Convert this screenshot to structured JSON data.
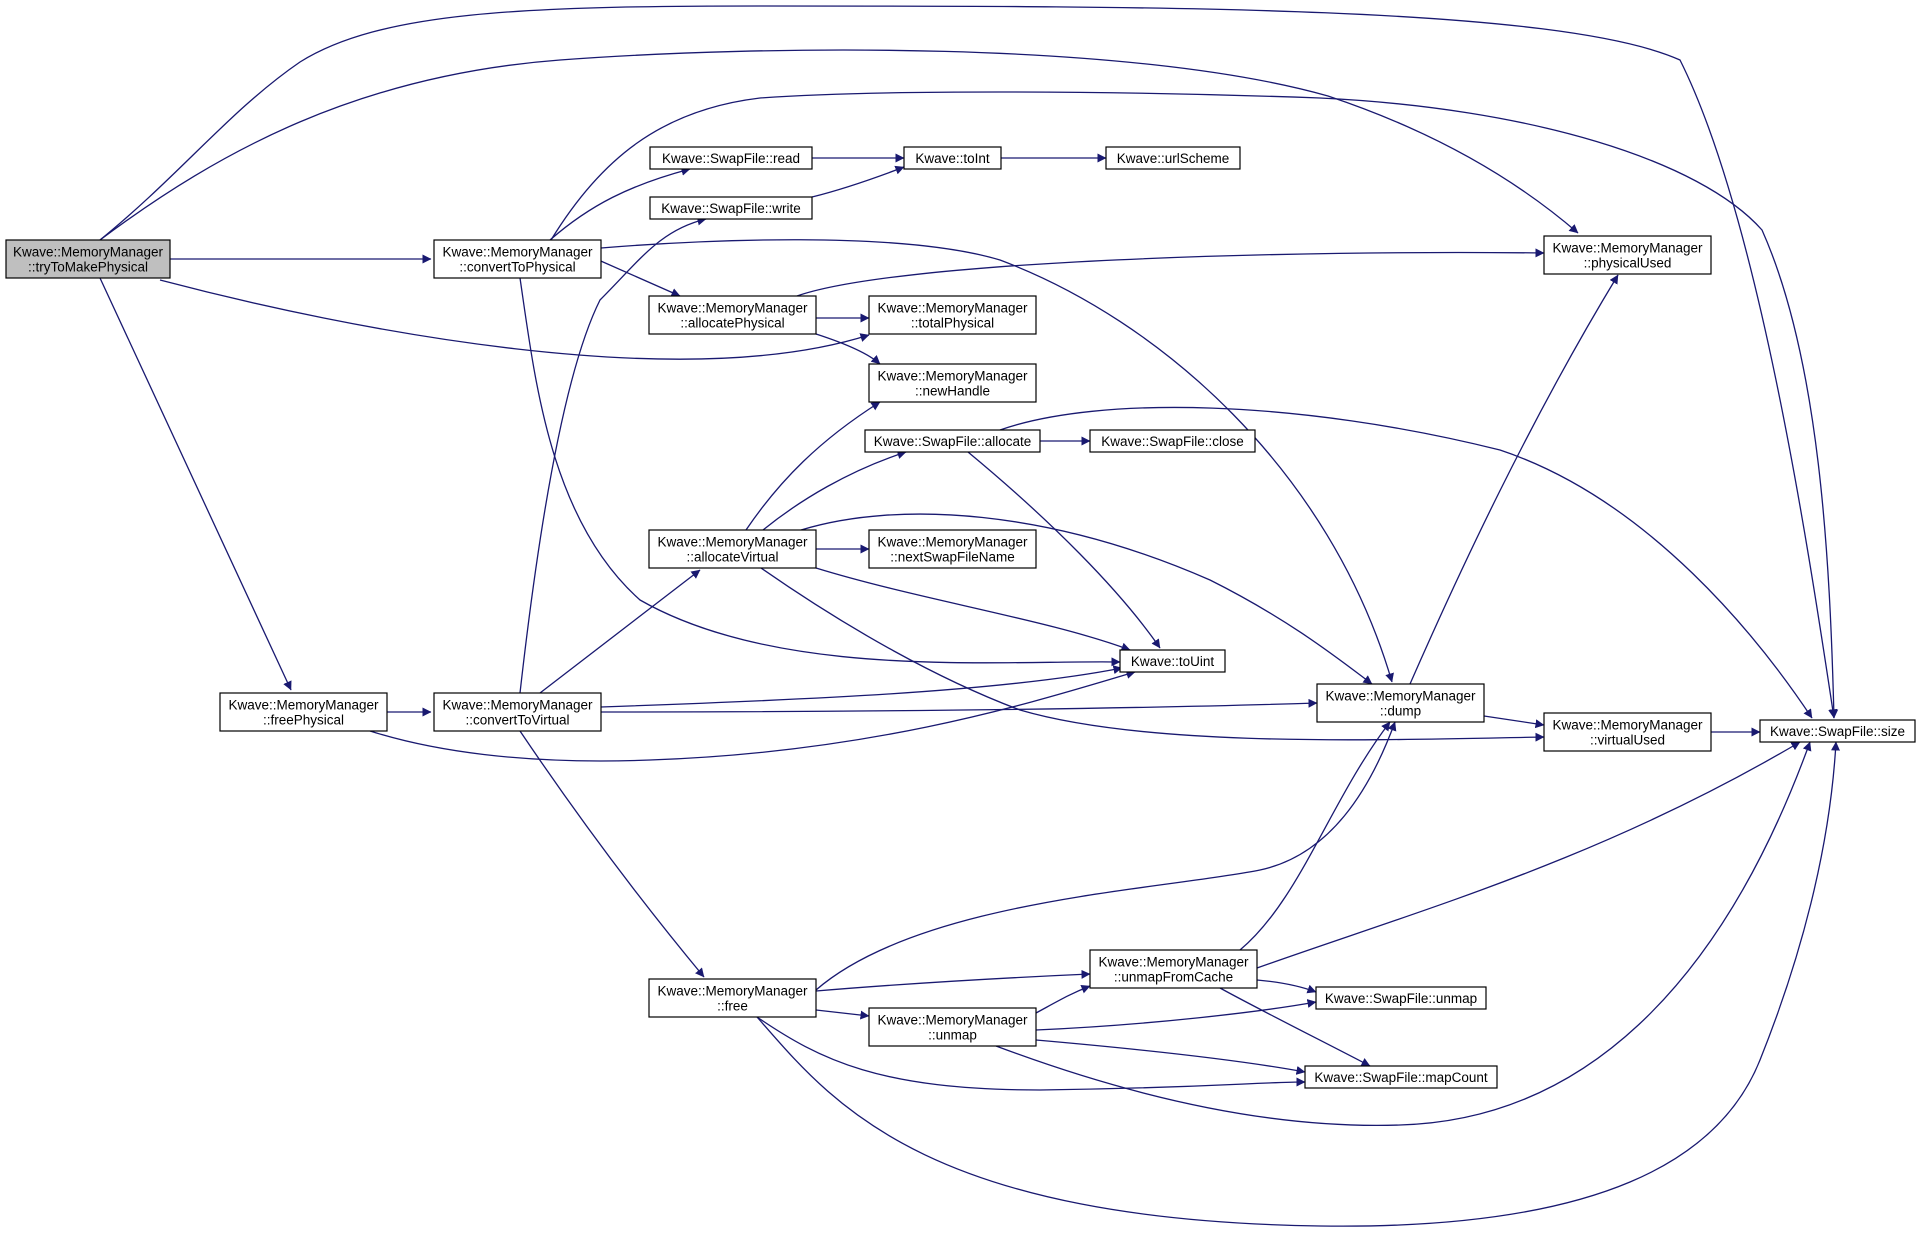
{
  "nodes": [
    {
      "id": "tryToMakePhysical",
      "lines": [
        "Kwave::MemoryManager",
        "::tryToMakePhysical"
      ],
      "root": true
    },
    {
      "id": "convertToPhysical",
      "lines": [
        "Kwave::MemoryManager",
        "::convertToPhysical"
      ]
    },
    {
      "id": "freePhysical",
      "lines": [
        "Kwave::MemoryManager",
        "::freePhysical"
      ]
    },
    {
      "id": "convertToVirtual",
      "lines": [
        "Kwave::MemoryManager",
        "::convertToVirtual"
      ]
    },
    {
      "id": "swapRead",
      "lines": [
        "Kwave::SwapFile::read"
      ]
    },
    {
      "id": "swapWrite",
      "lines": [
        "Kwave::SwapFile::write"
      ]
    },
    {
      "id": "toInt",
      "lines": [
        "Kwave::toInt"
      ]
    },
    {
      "id": "urlScheme",
      "lines": [
        "Kwave::urlScheme"
      ]
    },
    {
      "id": "allocatePhysical",
      "lines": [
        "Kwave::MemoryManager",
        "::allocatePhysical"
      ]
    },
    {
      "id": "totalPhysical",
      "lines": [
        "Kwave::MemoryManager",
        "::totalPhysical"
      ]
    },
    {
      "id": "newHandle",
      "lines": [
        "Kwave::MemoryManager",
        "::newHandle"
      ]
    },
    {
      "id": "swapAllocate",
      "lines": [
        "Kwave::SwapFile::allocate"
      ]
    },
    {
      "id": "swapClose",
      "lines": [
        "Kwave::SwapFile::close"
      ]
    },
    {
      "id": "allocateVirtual",
      "lines": [
        "Kwave::MemoryManager",
        "::allocateVirtual"
      ]
    },
    {
      "id": "nextSwapFileName",
      "lines": [
        "Kwave::MemoryManager",
        "::nextSwapFileName"
      ]
    },
    {
      "id": "toUint",
      "lines": [
        "Kwave::toUint"
      ]
    },
    {
      "id": "physicalUsed",
      "lines": [
        "Kwave::MemoryManager",
        "::physicalUsed"
      ]
    },
    {
      "id": "dump",
      "lines": [
        "Kwave::MemoryManager",
        "::dump"
      ]
    },
    {
      "id": "virtualUsed",
      "lines": [
        "Kwave::MemoryManager",
        "::virtualUsed"
      ]
    },
    {
      "id": "swapSize",
      "lines": [
        "Kwave::SwapFile::size"
      ]
    },
    {
      "id": "free",
      "lines": [
        "Kwave::MemoryManager",
        "::free"
      ]
    },
    {
      "id": "unmapFromCache",
      "lines": [
        "Kwave::MemoryManager",
        "::unmapFromCache"
      ]
    },
    {
      "id": "unmap",
      "lines": [
        "Kwave::MemoryManager",
        "::unmap"
      ]
    },
    {
      "id": "swapUnmap",
      "lines": [
        "Kwave::SwapFile::unmap"
      ]
    },
    {
      "id": "swapMapCount",
      "lines": [
        "Kwave::SwapFile::mapCount"
      ]
    }
  ],
  "edges": [
    [
      "tryToMakePhysical",
      "convertToPhysical"
    ],
    [
      "tryToMakePhysical",
      "freePhysical"
    ],
    [
      "tryToMakePhysical",
      "totalPhysical"
    ],
    [
      "tryToMakePhysical",
      "physicalUsed"
    ],
    [
      "tryToMakePhysical",
      "swapSize"
    ],
    [
      "tryToMakePhysical",
      "swapSize"
    ],
    [
      "convertToPhysical",
      "swapRead"
    ],
    [
      "convertToPhysical",
      "allocatePhysical"
    ],
    [
      "convertToPhysical",
      "toUint"
    ],
    [
      "convertToPhysical",
      "dump"
    ],
    [
      "convertToPhysical",
      "swapSize"
    ],
    [
      "freePhysical",
      "convertToVirtual"
    ],
    [
      "freePhysical",
      "toUint"
    ],
    [
      "convertToVirtual",
      "swapWrite"
    ],
    [
      "convertToVirtual",
      "allocateVirtual"
    ],
    [
      "convertToVirtual",
      "toUint"
    ],
    [
      "convertToVirtual",
      "dump"
    ],
    [
      "convertToVirtual",
      "free"
    ],
    [
      "swapRead",
      "toInt"
    ],
    [
      "swapWrite",
      "toInt"
    ],
    [
      "toInt",
      "urlScheme"
    ],
    [
      "allocatePhysical",
      "totalPhysical"
    ],
    [
      "allocatePhysical",
      "newHandle"
    ],
    [
      "allocatePhysical",
      "physicalUsed"
    ],
    [
      "allocateVirtual",
      "newHandle"
    ],
    [
      "allocateVirtual",
      "swapAllocate"
    ],
    [
      "allocateVirtual",
      "nextSwapFileName"
    ],
    [
      "allocateVirtual",
      "toUint"
    ],
    [
      "allocateVirtual",
      "dump"
    ],
    [
      "allocateVirtual",
      "virtualUsed"
    ],
    [
      "swapAllocate",
      "swapClose"
    ],
    [
      "swapAllocate",
      "toUint"
    ],
    [
      "swapAllocate",
      "swapSize"
    ],
    [
      "dump",
      "physicalUsed"
    ],
    [
      "dump",
      "virtualUsed"
    ],
    [
      "virtualUsed",
      "swapSize"
    ],
    [
      "free",
      "dump"
    ],
    [
      "free",
      "unmapFromCache"
    ],
    [
      "free",
      "unmap"
    ],
    [
      "free",
      "swapMapCount"
    ],
    [
      "free",
      "swapSize"
    ],
    [
      "unmapFromCache",
      "dump"
    ],
    [
      "unmapFromCache",
      "swapUnmap"
    ],
    [
      "unmapFromCache",
      "swapMapCount"
    ],
    [
      "unmapFromCache",
      "swapSize"
    ],
    [
      "unmap",
      "unmapFromCache"
    ],
    [
      "unmap",
      "swapUnmap"
    ],
    [
      "unmap",
      "swapMapCount"
    ],
    [
      "unmap",
      "swapSize"
    ]
  ],
  "colors": {
    "edge": "#191970",
    "root_fill": "#bfbfbf",
    "node_fill": "#ffffff"
  }
}
